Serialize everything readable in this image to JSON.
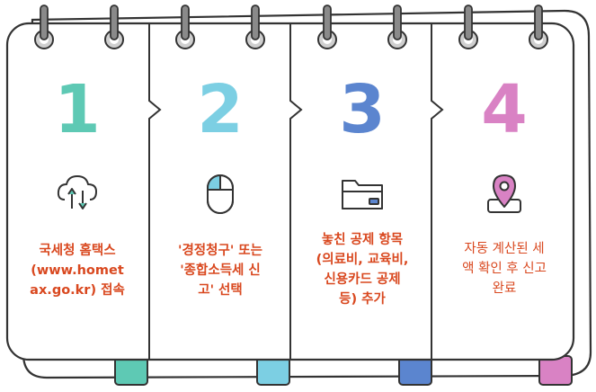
{
  "steps": [
    {
      "number": "1",
      "color": "#5ec9b4",
      "icon": "cloud-sync-icon",
      "text_lines": [
        "국세청 홈택스",
        "(www.homet",
        "ax.go.kr) 접속"
      ]
    },
    {
      "number": "2",
      "color": "#7ccfe3",
      "icon": "mouse-icon",
      "text_lines": [
        "'경정청구' 또는",
        "'종합소득세 신",
        "고' 선택"
      ]
    },
    {
      "number": "3",
      "color": "#5b85cf",
      "icon": "folder-icon",
      "text_lines": [
        "놓친 공제 항목",
        "(의료비, 교육비,",
        "신용카드 공제",
        "등) 추가"
      ]
    },
    {
      "number": "4",
      "color": "#d982c4",
      "icon": "location-pin-icon",
      "text_lines": [
        "자동 계산된 세",
        "액 확인 후 신고",
        "완료"
      ]
    }
  ],
  "colors": {
    "outline": "#333333",
    "text": "#d9481f",
    "card": "#ffffff"
  }
}
